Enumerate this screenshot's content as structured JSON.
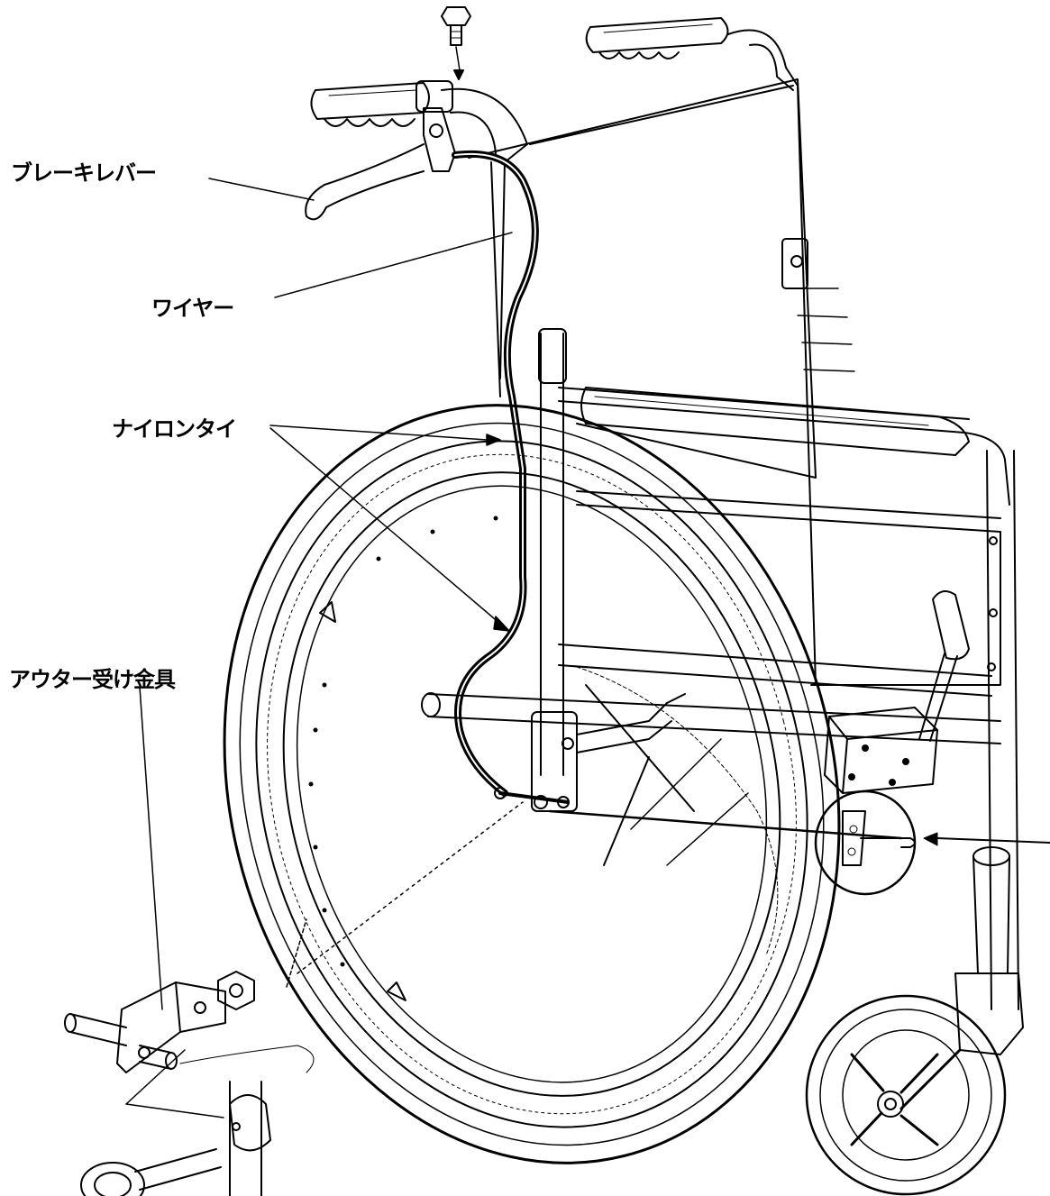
{
  "callouts": {
    "brake_lever": "ブレーキレバー",
    "wire": "ワイヤー",
    "nylon_tie": "ナイロンタイ",
    "outer_bracket": "アウター受け金具"
  },
  "colors": {
    "ink": "#000000",
    "paper": "#ffffff",
    "shade": "#555555"
  }
}
